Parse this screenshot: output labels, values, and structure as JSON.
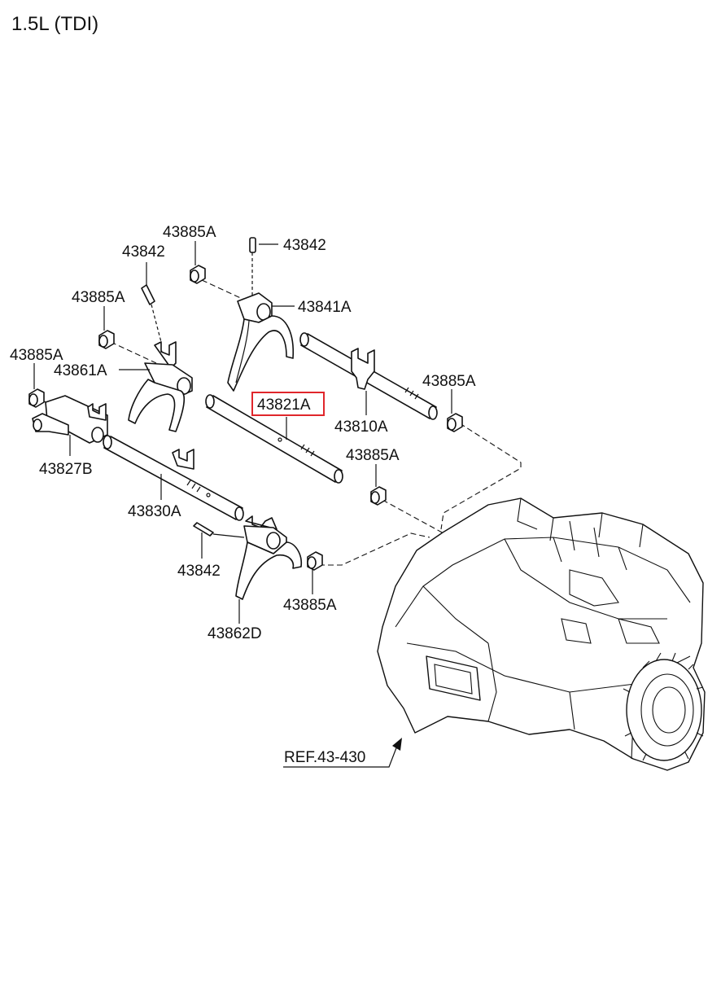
{
  "header": {
    "title": "1.5L (TDI)"
  },
  "colors": {
    "highlight": "#e0262b",
    "line": "#111111",
    "background": "#ffffff"
  },
  "labels": {
    "p43885a_top": "43885A",
    "p43842_top": "43842",
    "p43842_left": "43842",
    "p43841a": "43841A",
    "p43885a_left": "43885A",
    "p43885a_far": "43885A",
    "p43861a": "43861A",
    "p43821a": "43821A",
    "p43885a_right": "43885A",
    "p43810a": "43810A",
    "p43827b": "43827B",
    "p43885a_mid": "43885A",
    "p43830a": "43830A",
    "p43842_bottom": "43842",
    "p43885a_bottom": "43885A",
    "p43862d": "43862D",
    "ref": "REF.43-430"
  },
  "highlighted_part": "43821A"
}
